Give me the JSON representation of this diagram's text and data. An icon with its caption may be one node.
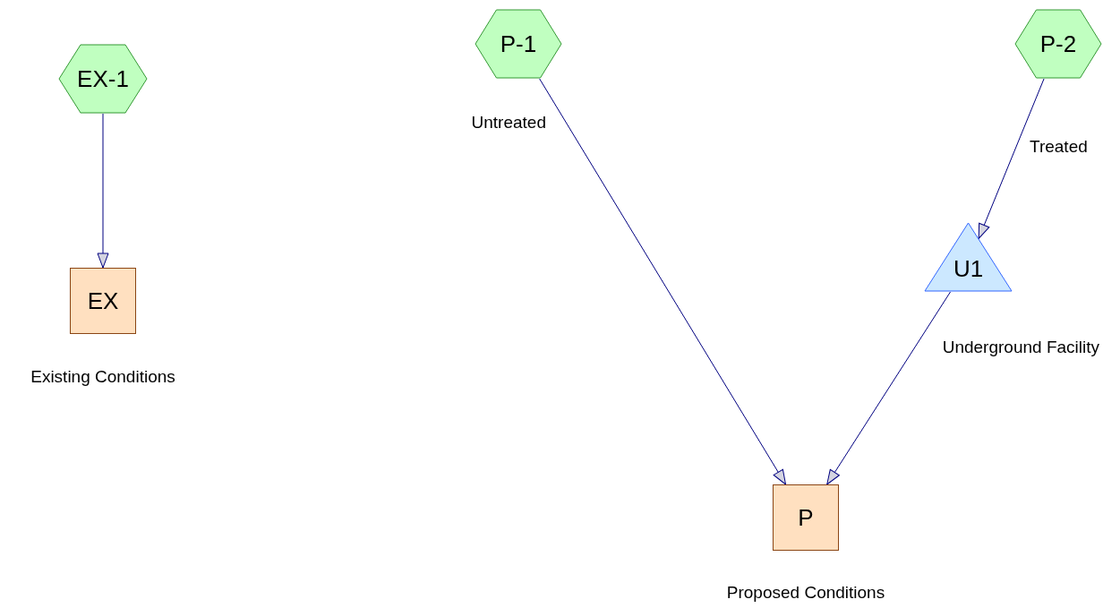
{
  "diagram": {
    "nodes": [
      {
        "text": [
          "EX-1"
        ]
      },
      {
        "text": [
          "EX"
        ],
        "beside": [
          "Existing Conditions"
        ]
      },
      {
        "text": [
          "P-1"
        ],
        "beside": [
          "Untreated"
        ]
      },
      {
        "text": [
          "P-2"
        ],
        "beside": [
          "Treated"
        ]
      },
      {
        "text": [
          "U1"
        ],
        "beside": [
          "Underground Facility"
        ]
      },
      {
        "text": [
          "P"
        ],
        "beside": [
          "Proposed Conditions"
        ]
      }
    ],
    "edges": [
      {
        "from": 0,
        "to": 1,
        "arrow": "to"
      },
      {
        "from": 2,
        "to": 5,
        "arrow": "to"
      },
      {
        "from": 3,
        "to": 4,
        "arrow": "to"
      },
      {
        "from": 4,
        "to": 5,
        "arrow": "to"
      }
    ]
  }
}
